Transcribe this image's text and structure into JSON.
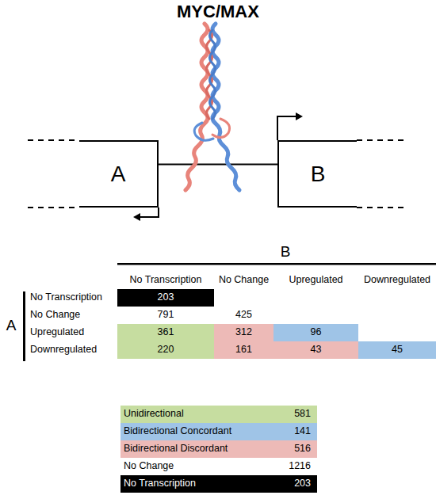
{
  "diagram": {
    "title": "MYC/MAX",
    "nodes": [
      {
        "text": [
          "A"
        ]
      },
      {
        "text": [
          "B"
        ]
      }
    ],
    "edges": [
      {
        "from": 0,
        "to": 1,
        "arrow": "none"
      }
    ],
    "labels": [
      "B",
      "A",
      "No Transcription",
      "No Change",
      "Upregulated",
      "Downregulated",
      "No Transcription",
      "No Change",
      "Upregulated",
      "Downregulated",
      "203",
      "791",
      "425",
      "361",
      "312",
      "96",
      "220",
      "161",
      "43",
      "45",
      "581",
      "141",
      "516",
      "1216",
      "203"
    ],
    "legend": [
      {
        "text": "Unidirectional",
        "color": "#c6dda0"
      },
      {
        "text": "Bidirectional Concordant",
        "color": "#9fc4e7"
      },
      {
        "text": "Bidirectional Discordant",
        "color": "#edbab7"
      },
      {
        "text": "No Change",
        "color": "#ffffff"
      },
      {
        "text": "No Transcription",
        "color": "#000000"
      }
    ]
  }
}
